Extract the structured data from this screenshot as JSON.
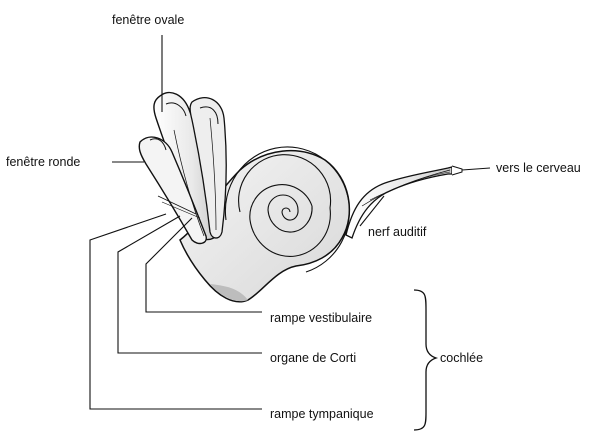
{
  "labels": {
    "oval_window": "fenêtre ovale",
    "round_window": "fenêtre ronde",
    "to_brain": "vers le cerveau",
    "auditory_nerve": "nerf auditif",
    "scala_vestibuli": "rampe vestibulaire",
    "organ_of_corti": "organe de Corti",
    "scala_tympani": "rampe tympanique",
    "cochlea": "cochlée"
  },
  "colors": {
    "ink": "#111111",
    "shade": "#e6e6e6",
    "paper": "#ffffff"
  }
}
